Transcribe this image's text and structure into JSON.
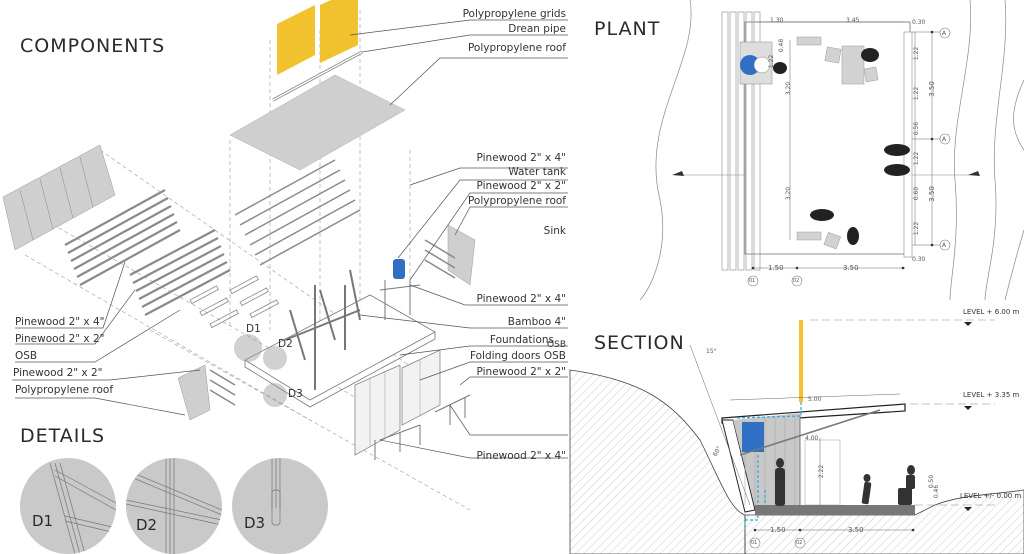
{
  "sections": {
    "components": "COMPONENTS",
    "details": "DETAILS",
    "plant": "PLANT",
    "section": "SECTION"
  },
  "components_labels_right": [
    "Polypropylene grids",
    "Drean pipe",
    "Polypropylene roof",
    "Pinewood 2\" x 4\"",
    "Water tank",
    "Pinewood 2\" x 2\"",
    "Polypropylene roof",
    "Sink",
    "Pinewood 2\" x 4\"",
    "Bamboo 4\"",
    "Foundations",
    "OSB",
    "Folding doors OSB",
    "Pinewood 2\" x 2\"",
    "Pinewood 2\" x 4\""
  ],
  "components_labels_left": [
    "Pinewood 2\" x 4\"",
    "Pinewood 2\" x 2\"",
    "OSB",
    "Pinewood 2\" x 2\"",
    "Polypropylene roof"
  ],
  "detail_markers": [
    "D1",
    "D2",
    "D3"
  ],
  "details": [
    {
      "label": "D1"
    },
    {
      "label": "D2"
    },
    {
      "label": "D3"
    }
  ],
  "plant": {
    "dims_top": [
      "1.30",
      "3.45",
      "0.30"
    ],
    "dims_bottom": [
      "1.50",
      "3.50"
    ],
    "dims_right_total": [
      "3.50",
      "3.50"
    ],
    "dims_right_segments": [
      "1.22",
      "1.22",
      "0.56",
      "1.22",
      "0.60",
      "1.22"
    ],
    "dims_inner": [
      "0.48",
      "1.22",
      "3.20",
      "3.20"
    ],
    "dim_corner": [
      "0.30",
      "0.30"
    ],
    "grid_axes": [
      "01",
      "02"
    ],
    "section_markers": [
      "A",
      "A",
      "A"
    ]
  },
  "section": {
    "levels": [
      "LEVEL + 6.00 m",
      "LEVEL + 3.35 m",
      "LEVEL +/- 0.00 m"
    ],
    "dims_bottom": [
      "1.50",
      "3.50"
    ],
    "grid_axes": [
      "01",
      "02"
    ],
    "dims_inner": [
      "5.00",
      "4.00",
      "2.22",
      "0.50",
      "0.46",
      "15°",
      "60°"
    ]
  },
  "colors": {
    "yellow": "#f2c12e",
    "blue": "#2f6fc4",
    "grey_panel": "#c8c8c8",
    "line": "#555555",
    "pipe": "#39a7d8"
  }
}
